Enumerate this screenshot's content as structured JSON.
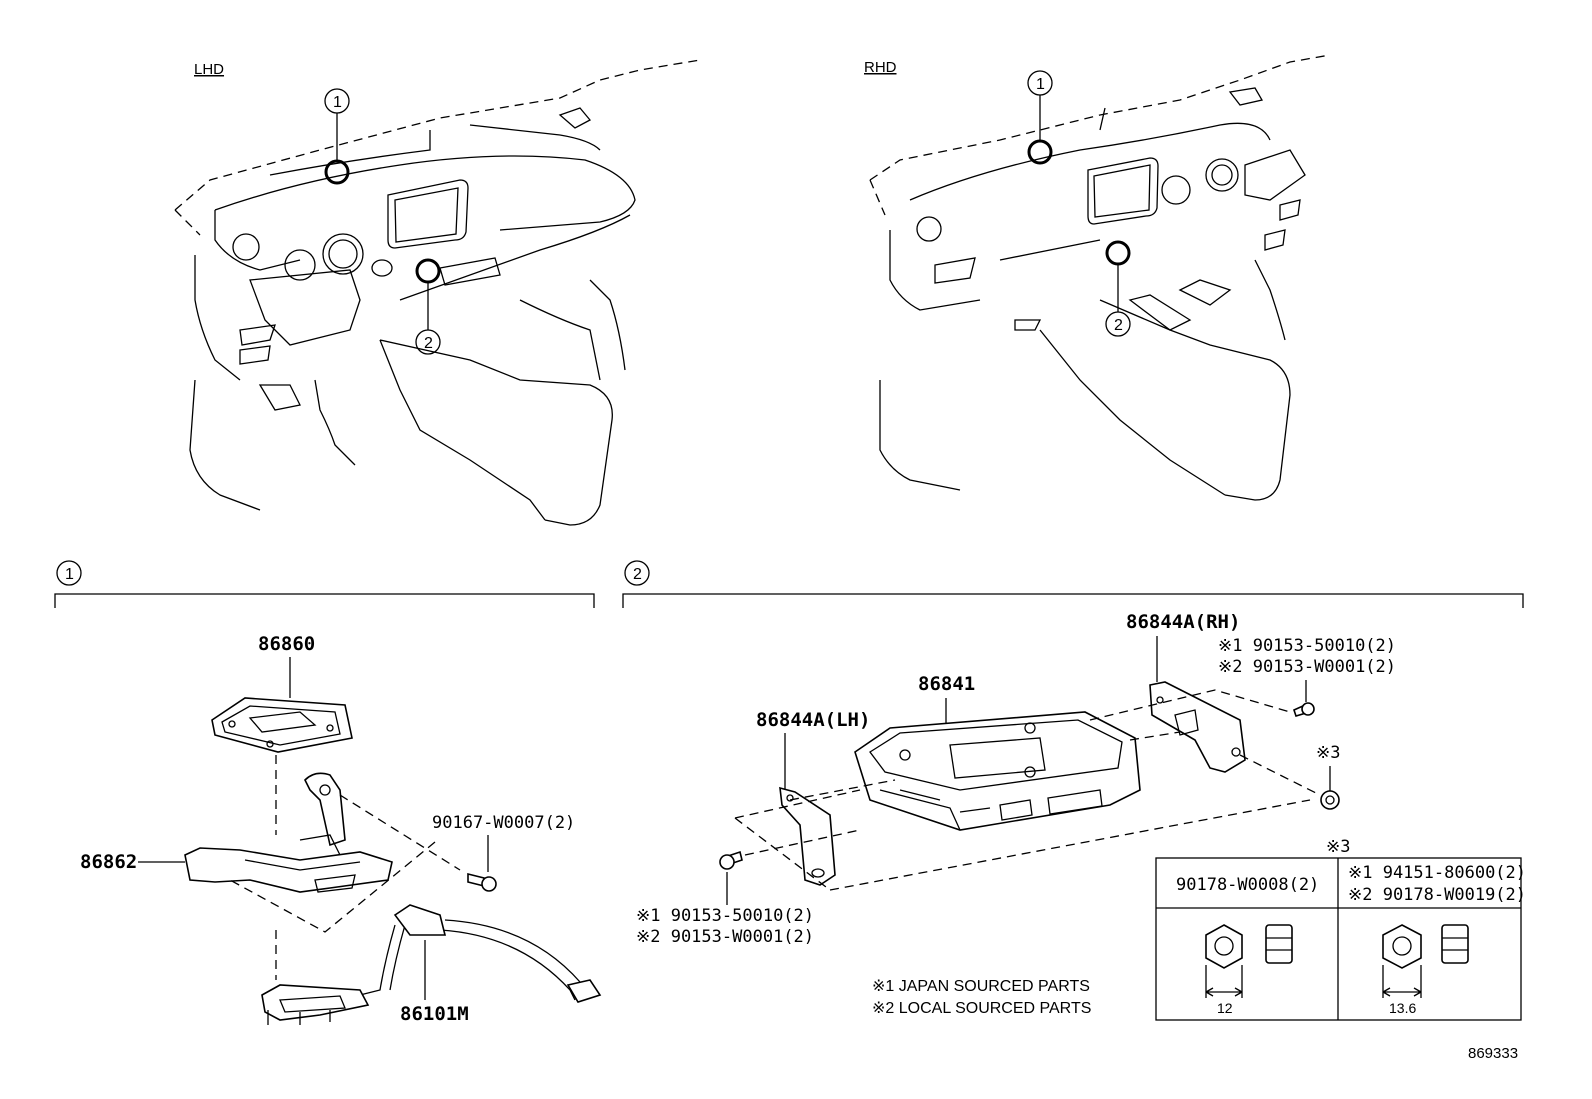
{
  "views": {
    "lhd_label": "LHD",
    "rhd_label": "RHD",
    "callout_1": "1",
    "callout_2": "2"
  },
  "sections": {
    "s1_number": "1",
    "s2_number": "2"
  },
  "parts": {
    "p86860": "86860",
    "p86862": "86862",
    "p90167": "90167-W0007(2)",
    "p86101M": "86101M",
    "p86841": "86841",
    "p86844A_LH": "86844A(LH)",
    "p86844A_RH": "86844A(RH)",
    "rh_bolt_1": "※1 90153-50010(2)",
    "rh_bolt_2": "※2 90153-W0001(2)",
    "lh_bolt_1": "※1 90153-50010(2)",
    "lh_bolt_2": "※2 90153-W0001(2)",
    "nut_ref": "※3"
  },
  "nut_table": {
    "header_ref": "※3",
    "left_part": "90178-W0008(2)",
    "right_part_1": "※1 94151-80600(2)",
    "right_part_2": "※2 90178-W0019(2)",
    "left_size": "12",
    "right_size": "13.6"
  },
  "notes": {
    "note1": "※1 JAPAN SOURCED PARTS",
    "note2": "※2 LOCAL SOURCED PARTS"
  },
  "figure_number": "869333"
}
